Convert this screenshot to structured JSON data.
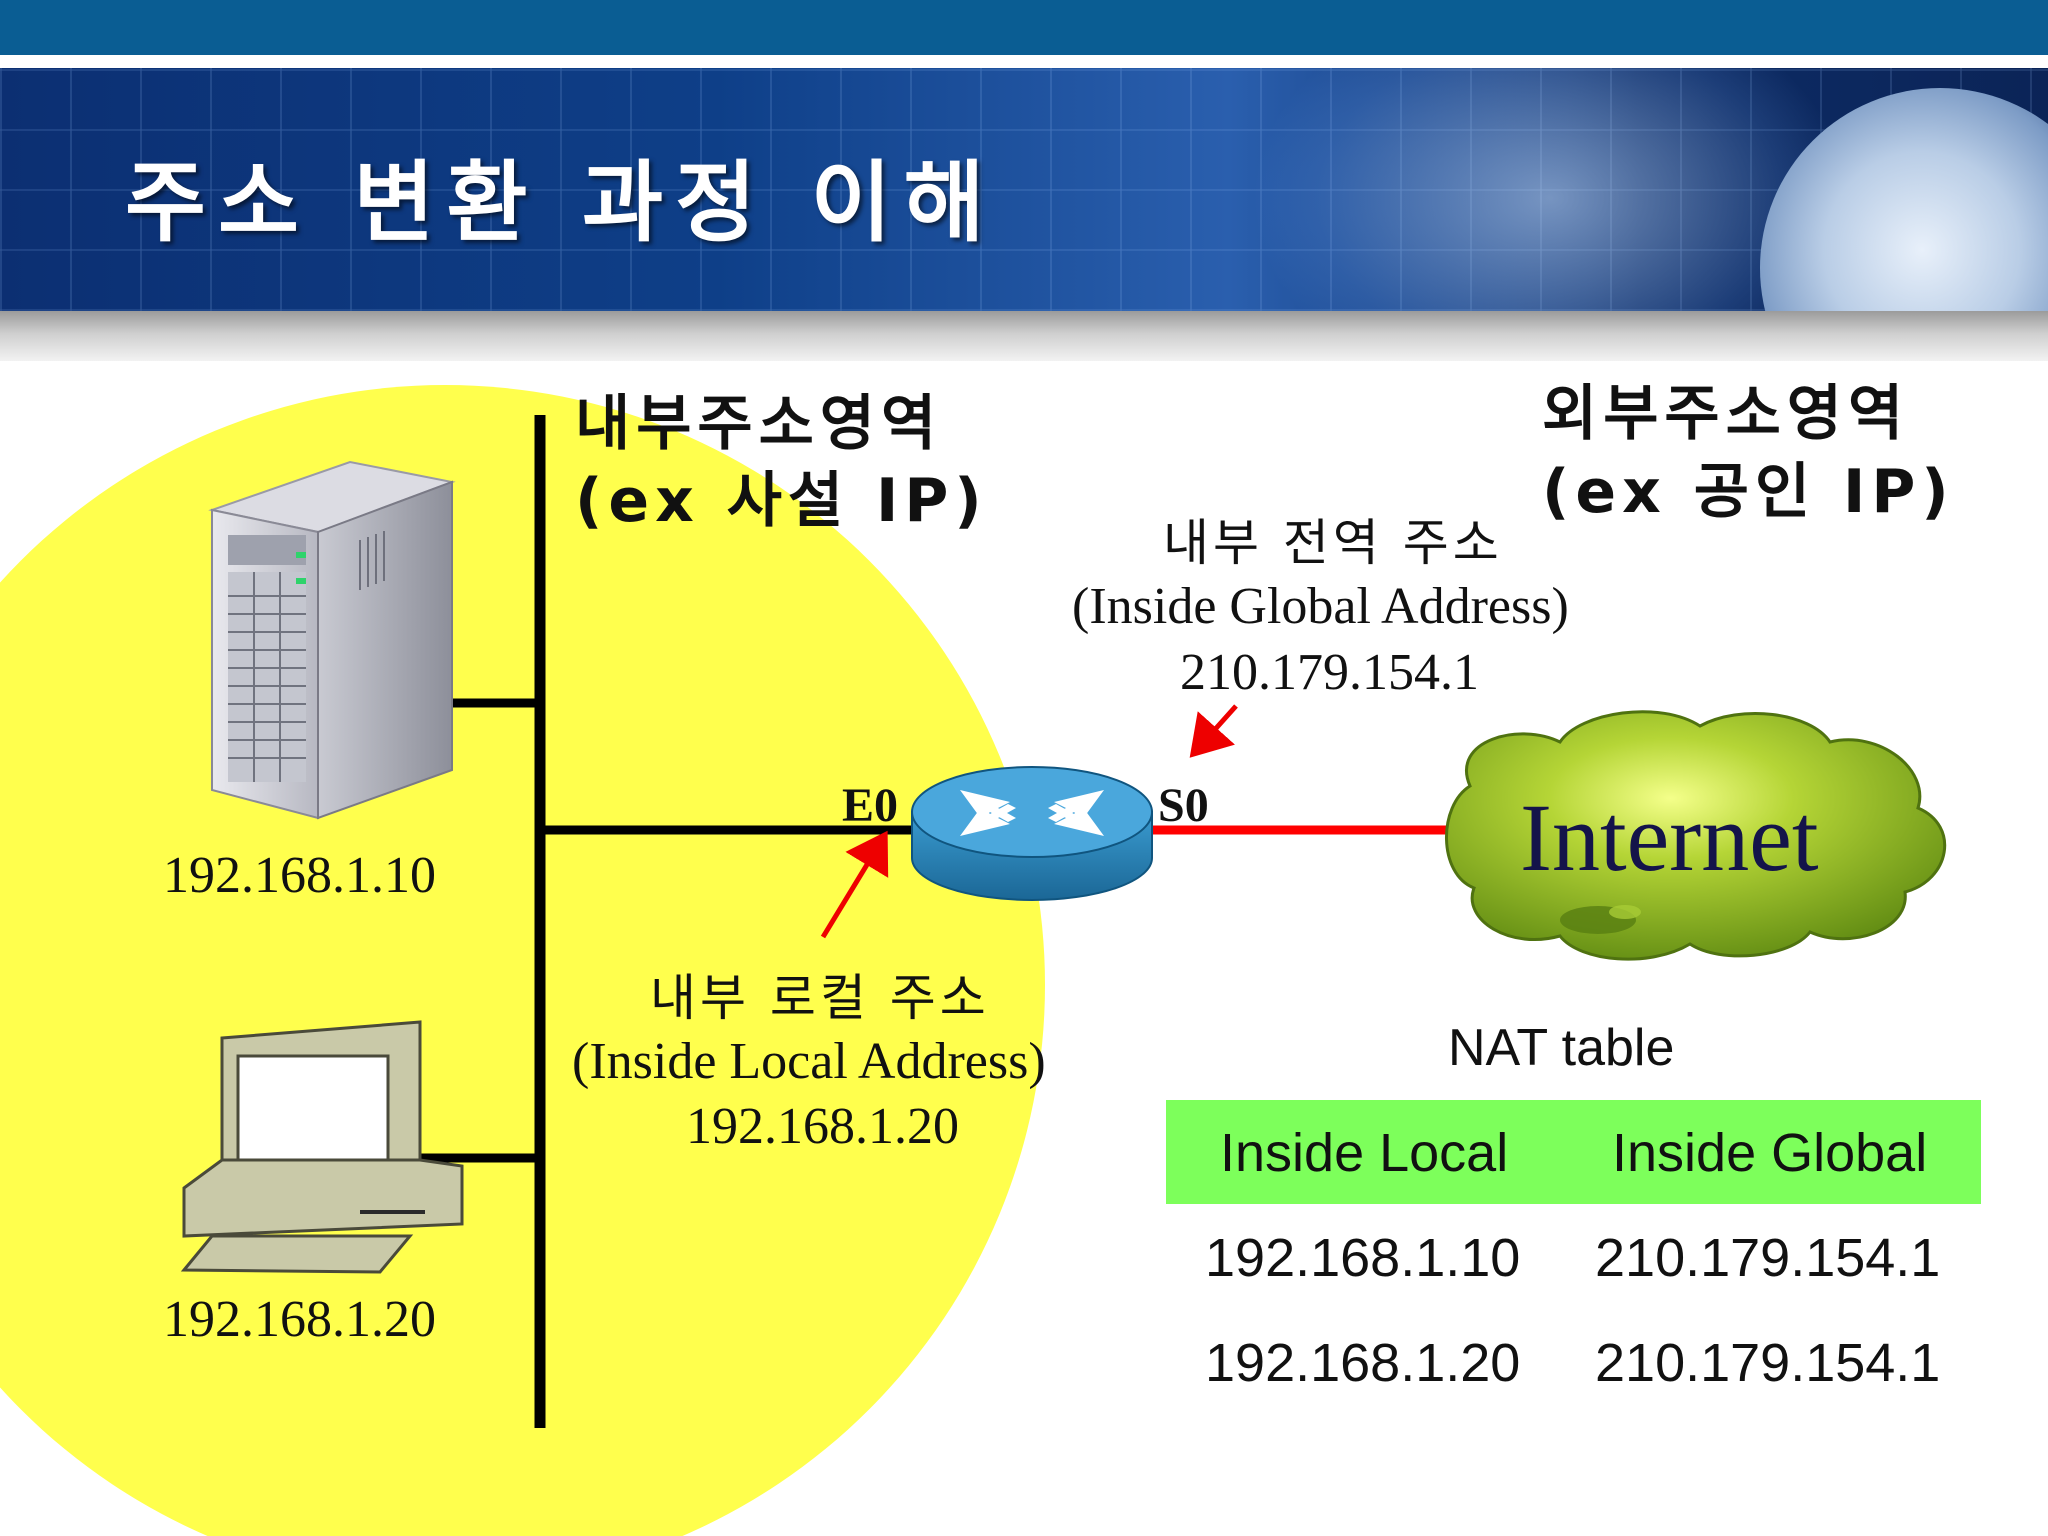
{
  "slide": {
    "title": "주소  변환  과정 이해"
  },
  "zones": {
    "inside_title": "내부주소영역",
    "inside_subtitle": "(ex  사설  IP)",
    "outside_title": "외부주소영역",
    "outside_subtitle": "(ex  공인  IP)"
  },
  "hosts": [
    {
      "icon": "server-icon",
      "ip": "192.168.1.10"
    },
    {
      "icon": "desktop-pc-icon",
      "ip": "192.168.1.20"
    }
  ],
  "router": {
    "icon": "router-icon",
    "inside_interface": "E0",
    "outside_interface": "S0"
  },
  "internet": {
    "icon": "cloud-icon",
    "label": "Internet"
  },
  "annotations": {
    "inside_global": {
      "korean": "내부 전역 주소",
      "english": "(Inside Global Address)",
      "ip": "210.179.154.1"
    },
    "inside_local": {
      "korean": "내부 로컬 주소",
      "english": "(Inside Local Address)",
      "ip": "192.168.1.20"
    }
  },
  "nat_table": {
    "title": "NAT table",
    "header_color": "#7dff5b",
    "columns": [
      "Inside Local",
      "Inside Global"
    ],
    "rows": [
      [
        "192.168.1.10",
        "210.179.154.1"
      ],
      [
        "192.168.1.20",
        "210.179.154.1"
      ]
    ]
  },
  "colors": {
    "inside_zone": "#ffff4d",
    "link_internet": "#ff0000",
    "arrow": "#ee0000",
    "cloud": "#7ea51c",
    "router": "#2e8fc4",
    "banner": "#0e3f88"
  }
}
